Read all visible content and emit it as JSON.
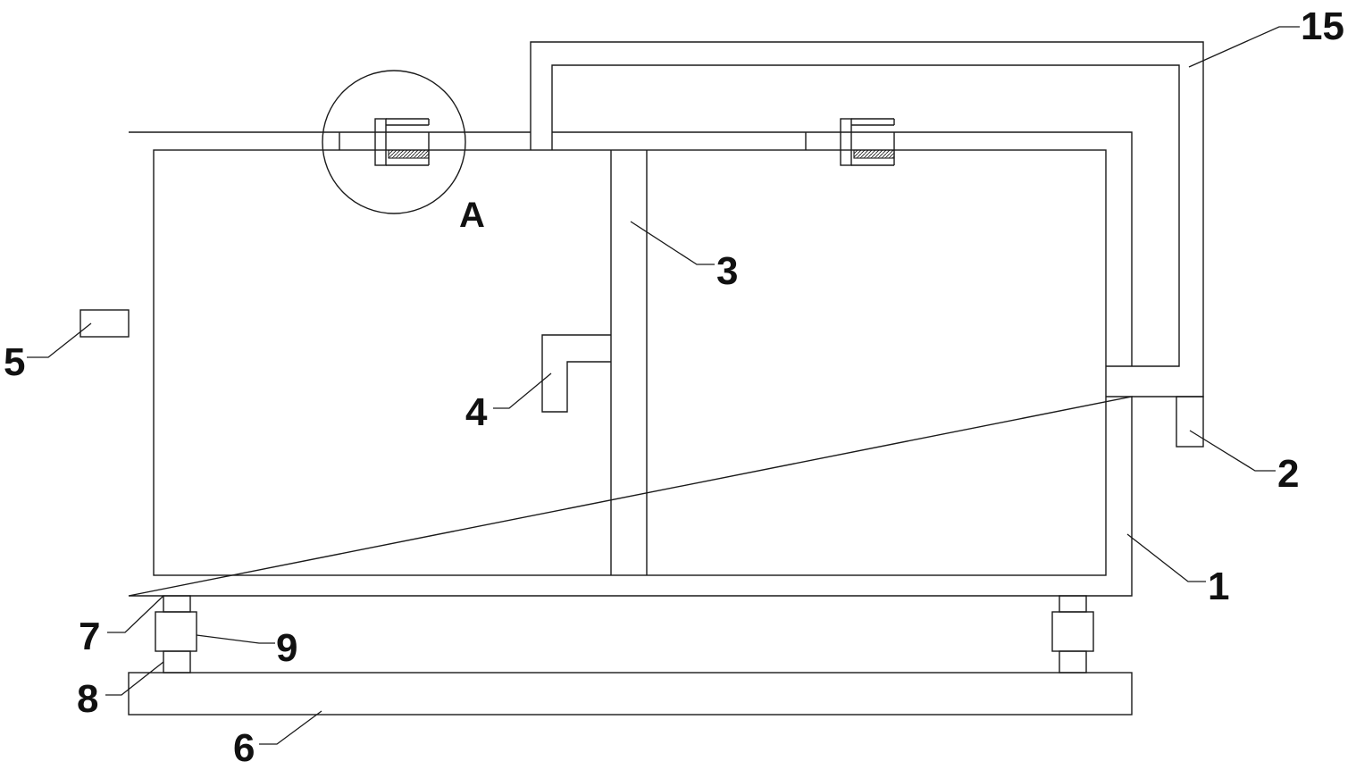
{
  "labels": {
    "l1": "1",
    "l2": "2",
    "l3": "3",
    "l4": "4",
    "l5": "5",
    "l6": "6",
    "l7": "7",
    "l8": "8",
    "l9": "9",
    "l15": "15",
    "detail": "A"
  },
  "colors": {
    "line": "#1a1a1a",
    "background": "#ffffff"
  }
}
